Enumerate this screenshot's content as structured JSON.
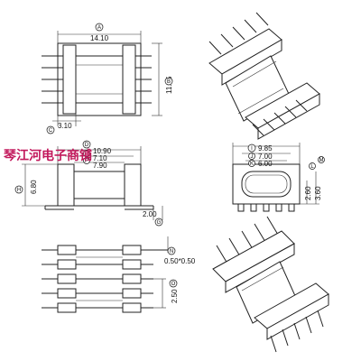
{
  "watermark": "琴江河电子商铺",
  "views": {
    "top_view": {
      "width_label": "A",
      "width_value": "14.10",
      "height_label": "B",
      "height_value": "11.45",
      "offset_label": "C",
      "offset_value": "3.10"
    },
    "side_view": {
      "d_label": "D",
      "d_value": "10.90",
      "e_label": "E",
      "e_value": "7.10",
      "f_label": "F",
      "f_value": "7.90",
      "h_label": "H",
      "h_value": "6.80",
      "g_label": "G",
      "g_value": "2.00"
    },
    "end_view": {
      "i_label": "I",
      "i_value": "9.85",
      "j_label": "J",
      "j_value": "7.00",
      "k_label": "K",
      "k_value": "6.00",
      "l_label": "L",
      "l_value": "2.60",
      "m_label": "M",
      "m_value": "3.60"
    },
    "bottom_view": {
      "n_label": "N",
      "n_value": "0.50*0.50",
      "o_label": "O",
      "o_value": "2.50"
    }
  }
}
